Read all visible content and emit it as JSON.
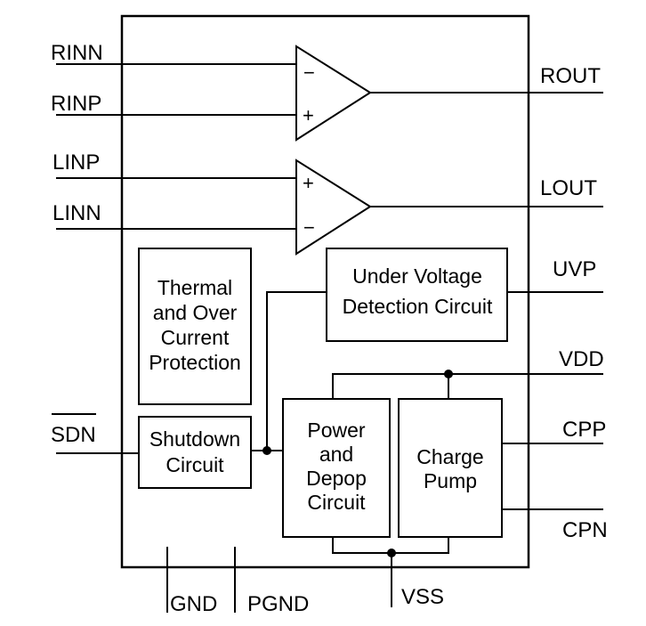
{
  "pins": {
    "rinn": "RINN",
    "rinp": "RINP",
    "linp": "LINP",
    "linn": "LINN",
    "sdn": "SDN",
    "rout": "ROUT",
    "lout": "LOUT",
    "uvp": "UVP",
    "vdd": "VDD",
    "cpp": "CPP",
    "cpn": "CPN",
    "gnd": "GND",
    "pgnd": "PGND",
    "vss": "VSS"
  },
  "amps": {
    "right": {
      "minus": "−",
      "plus": "+"
    },
    "left": {
      "plus": "+",
      "minus": "−"
    }
  },
  "blocks": {
    "thermal": [
      "Thermal",
      "and Over",
      "Current",
      "Protection"
    ],
    "uvlo": [
      "Under Voltage",
      "Detection Circuit"
    ],
    "shutdown": [
      "Shutdown",
      "Circuit"
    ],
    "power_depop": [
      "Power",
      "and",
      "Depop",
      "Circuit"
    ],
    "charge_pump": [
      "Charge",
      "Pump"
    ]
  }
}
